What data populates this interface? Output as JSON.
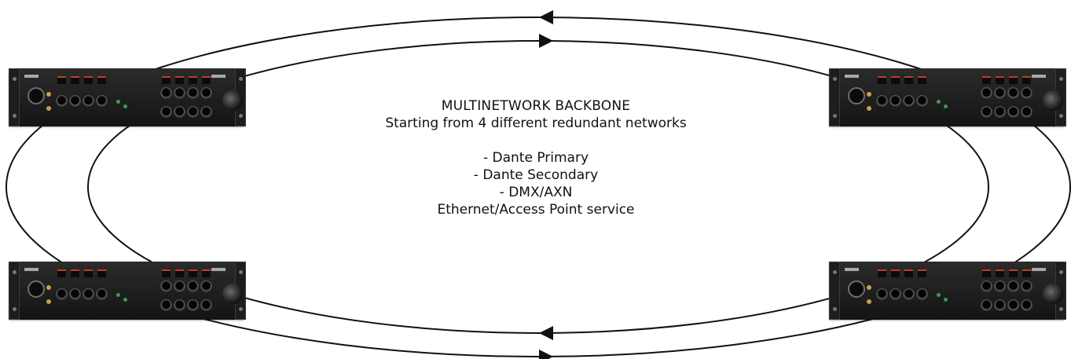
{
  "diagram": {
    "heading": "MULTINETWORK BACKBONE",
    "subheading": "Starting from 4 different redundant networks",
    "network_list": [
      "- Dante Primary",
      "- Dante Secondary",
      "- DMX/AXN",
      "Ethernet/Access Point service"
    ],
    "rings": [
      {
        "name": "outer-ring",
        "arrow_direction_top": "left",
        "arrow_direction_bottom": "right"
      },
      {
        "name": "inner-ring",
        "arrow_direction_top": "right",
        "arrow_direction_bottom": "left"
      }
    ],
    "devices": [
      {
        "name": "device-top-left",
        "icon": "stagebox-rack-unit"
      },
      {
        "name": "device-top-right",
        "icon": "stagebox-rack-unit"
      },
      {
        "name": "device-bottom-left",
        "icon": "stagebox-rack-unit"
      },
      {
        "name": "device-bottom-right",
        "icon": "stagebox-rack-unit"
      }
    ]
  },
  "colors": {
    "background": "#ffffff",
    "line": "#111111",
    "device_body": "#1c1c1c",
    "connector_accent": "#c23c2c",
    "connector_gold": "#c9a04a"
  }
}
